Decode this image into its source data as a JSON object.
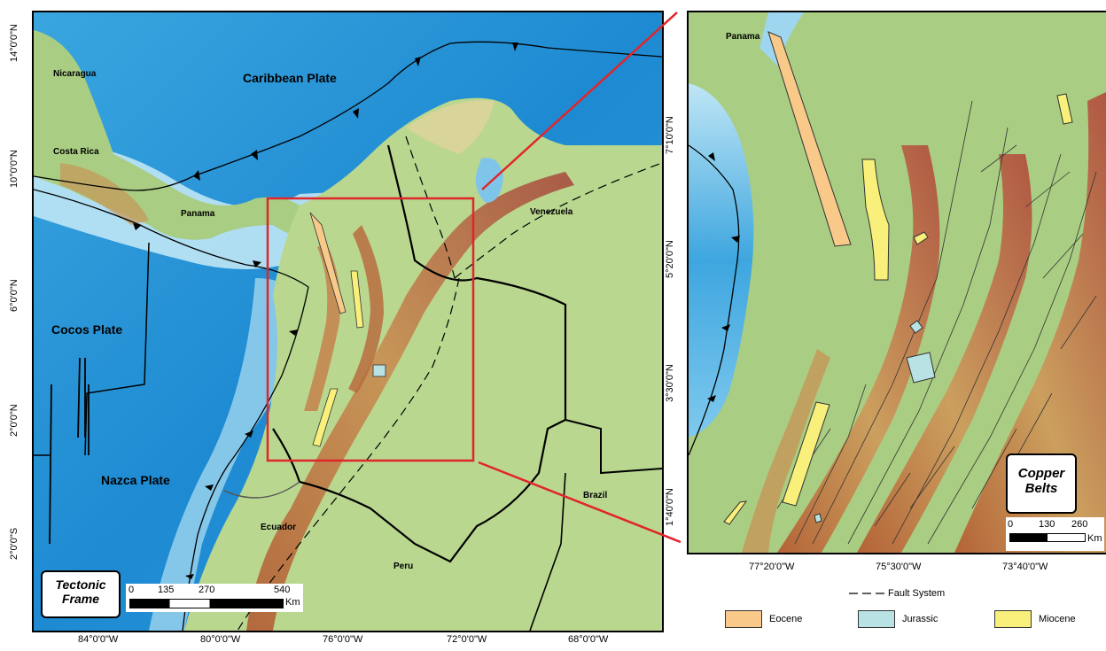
{
  "left_map": {
    "title": "Tectonic Frame",
    "title_line1": "Tectonic",
    "title_line2": "Frame",
    "plates": {
      "caribbean": "Caribbean Plate",
      "cocos": "Cocos Plate",
      "nazca": "Nazca Plate"
    },
    "countries": {
      "nicaragua": "Nicaragua",
      "costa_rica": "Costa Rica",
      "panama": "Panama",
      "venezuela": "Venezuela",
      "ecuador": "Ecuador",
      "peru": "Peru",
      "brazil": "Brazil"
    },
    "lon_ticks": [
      "84°0'0\"W",
      "80°0'0\"W",
      "76°0'0\"W",
      "72°0'0\"W",
      "68°0'0\"W"
    ],
    "lat_ticks": [
      "14°0'0\"N",
      "10°0'0\"N",
      "6°0'0\"N",
      "2°0'0\"N",
      "2°0'0\"S"
    ],
    "scale": {
      "labels": [
        "0",
        "135",
        "270",
        "540"
      ],
      "unit": "Km"
    }
  },
  "right_map": {
    "title_line1": "Copper",
    "title_line2": "Belts",
    "country": "Panama",
    "lon_ticks": [
      "77°20'0\"W",
      "75°30'0\"W",
      "73°40'0\"W"
    ],
    "lat_ticks": [
      "7°10'0\"N",
      "5°20'0\"N",
      "3°30'0\"N",
      "1°40'0\"N"
    ],
    "scale": {
      "labels": [
        "0",
        "130",
        "260"
      ],
      "unit": "Km"
    }
  },
  "legend": {
    "fault": "Fault System",
    "eocene": "Eocene",
    "jurassic": "Jurassic",
    "miocene": "Miocene"
  },
  "colors": {
    "eocene": "#f9c98a",
    "jurassic": "#b9e2e4",
    "miocene": "#f8f07a",
    "inset_box": "#e0262a",
    "ocean_deep": "#1f8fd6",
    "ocean_shallow": "#bfe6f5",
    "land_low": "#a9cd82",
    "land_high": "#b8603e"
  }
}
